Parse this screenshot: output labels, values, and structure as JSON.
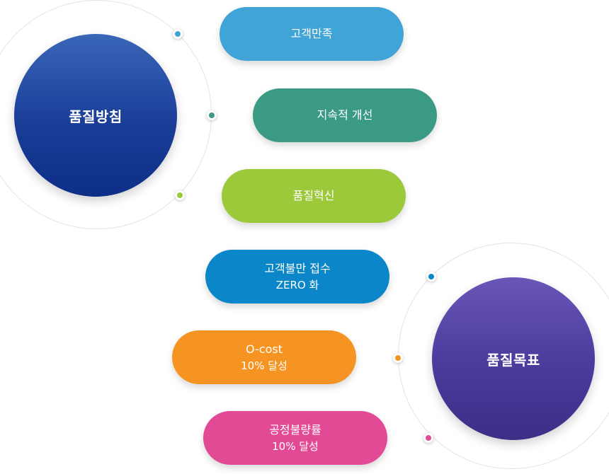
{
  "policy": {
    "center_label": "품질방침",
    "items": [
      {
        "line1": "고객만족",
        "color": "#41a4d6"
      },
      {
        "line1": "지속적 개선",
        "color": "#3a9a83"
      },
      {
        "line1": "품질혁신",
        "color": "#9bc93a"
      }
    ]
  },
  "goal": {
    "center_label": "품질목표",
    "items": [
      {
        "line1": "고객불만 접수",
        "line2": "ZERO 화",
        "color": "#0b86c9"
      },
      {
        "line1": "O-cost",
        "line2": "10% 달성",
        "color": "#f59422"
      },
      {
        "line1": "공정불량률",
        "line2": "10% 달성",
        "color": "#e24a95"
      }
    ]
  }
}
